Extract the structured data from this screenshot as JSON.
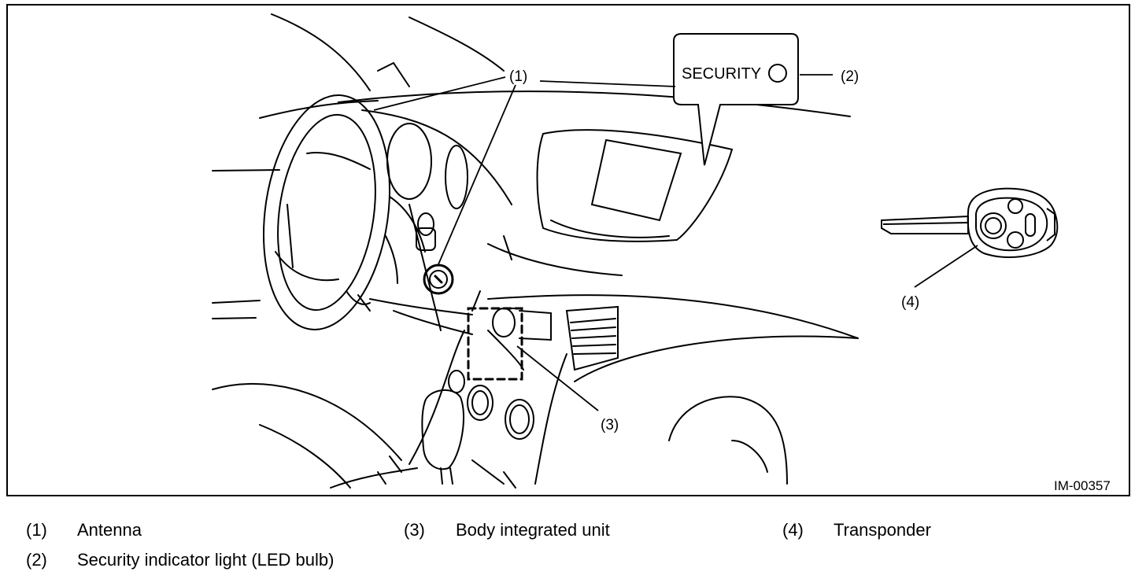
{
  "figure_id": "IM-00357",
  "callout_text": "SECURITY",
  "callouts": {
    "c1": "(1)",
    "c2": "(2)",
    "c3": "(3)",
    "c4": "(4)"
  },
  "legend": [
    {
      "num": "(1)",
      "text": "Antenna"
    },
    {
      "num": "(2)",
      "text": "Security indicator light (LED bulb)"
    },
    {
      "num": "(3)",
      "text": "Body integrated unit"
    },
    {
      "num": "(4)",
      "text": "Transponder"
    }
  ]
}
